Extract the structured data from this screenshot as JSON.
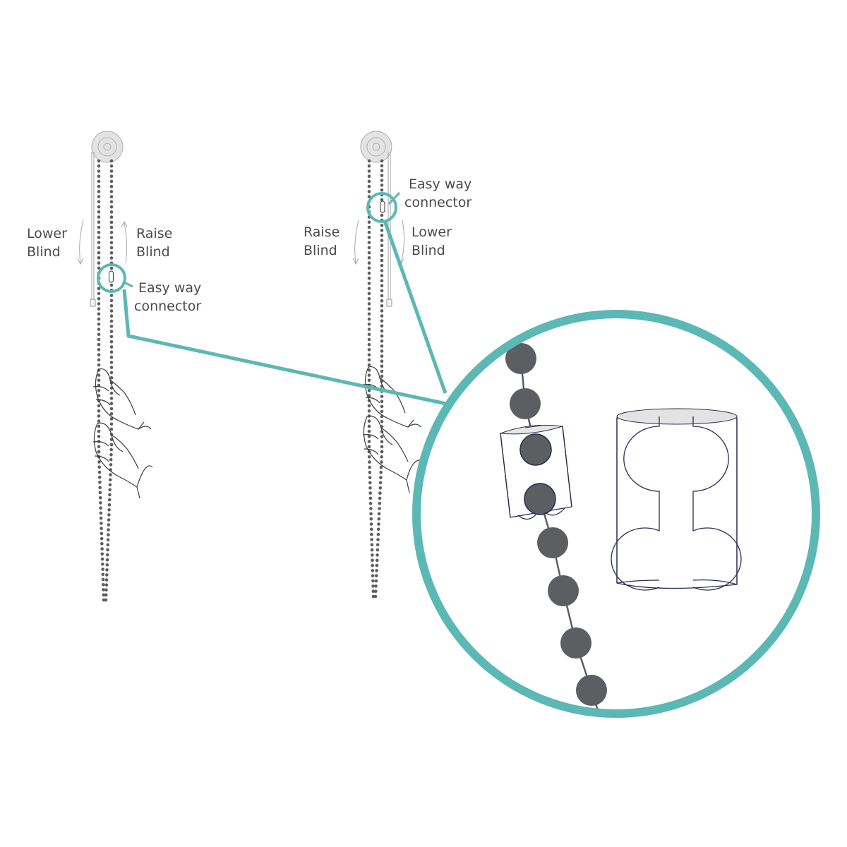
{
  "colors": {
    "accent": "#5bb8b4",
    "bead": "#5d5e61",
    "outline": "#2b2d52",
    "pulley": "#e3e3e3",
    "text": "#4a4a4f"
  },
  "left_panel": {
    "lower_label": [
      "Lower",
      "Blind"
    ],
    "raise_label": [
      "Raise",
      "Blind"
    ],
    "connector_label": [
      "Easy way",
      "connector"
    ]
  },
  "right_panel": {
    "raise_label": [
      "Raise",
      "Blind"
    ],
    "lower_label": [
      "Lower",
      "Blind"
    ],
    "connector_label": [
      "Easy way",
      "connector"
    ]
  }
}
